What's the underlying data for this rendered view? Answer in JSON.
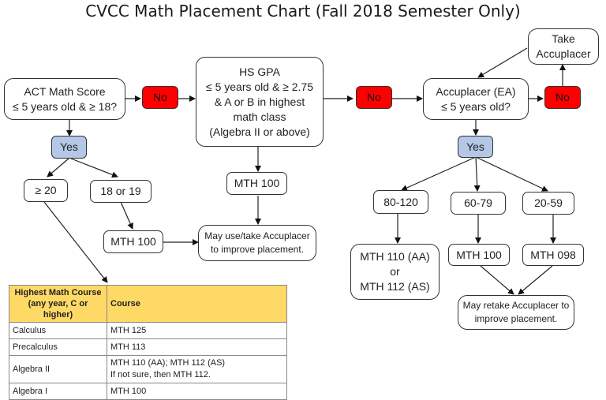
{
  "title": "CVCC Math Placement Chart (Fall 2018 Semester Only)",
  "nodes": {
    "act": "ACT Math Score\n≤ 5 years old & ≥ 18?",
    "act_no": "No",
    "act_yes": "Yes",
    "act_ge20": "≥ 20",
    "act_18_19": "18 or 19",
    "act_mth100": "MTH 100",
    "gpa": "HS GPA\n≤ 5 years old & ≥ 2.75\n&  A or B in highest\nmath class\n(Algebra II or above)",
    "gpa_no": "No",
    "gpa_mth100": "MTH 100",
    "may_use": "May use/take Accuplacer\nto improve placement.",
    "acc": "Accuplacer (EA)\n≤ 5 years old?",
    "acc_no": "No",
    "take_acc": "Take\nAccuplacer",
    "acc_yes": "Yes",
    "r80_120": "80-120",
    "r60_79": "60-79",
    "r20_59": "20-59",
    "mth110_112": "MTH 110 (AA)\nor\nMTH 112 (AS)",
    "acc_mth100": "MTH 100",
    "acc_mth098": "MTH 098",
    "may_retake": "May retake Accuplacer to\nimprove placement."
  },
  "table": {
    "headers": [
      "Highest Math Course\n(any year, C or higher)",
      "Course"
    ],
    "rows": [
      [
        "Calculus",
        "MTH 125"
      ],
      [
        "Precalculus",
        "MTH 113"
      ],
      [
        "Algebra II",
        "MTH 110 (AA); MTH 112 (AS)\nIf not sure, then MTH 112."
      ],
      [
        "Algebra I",
        "MTH 100"
      ]
    ]
  },
  "colors": {
    "no": "#ff0000",
    "yes": "#b4c7e7",
    "table_header": "#ffd966"
  }
}
